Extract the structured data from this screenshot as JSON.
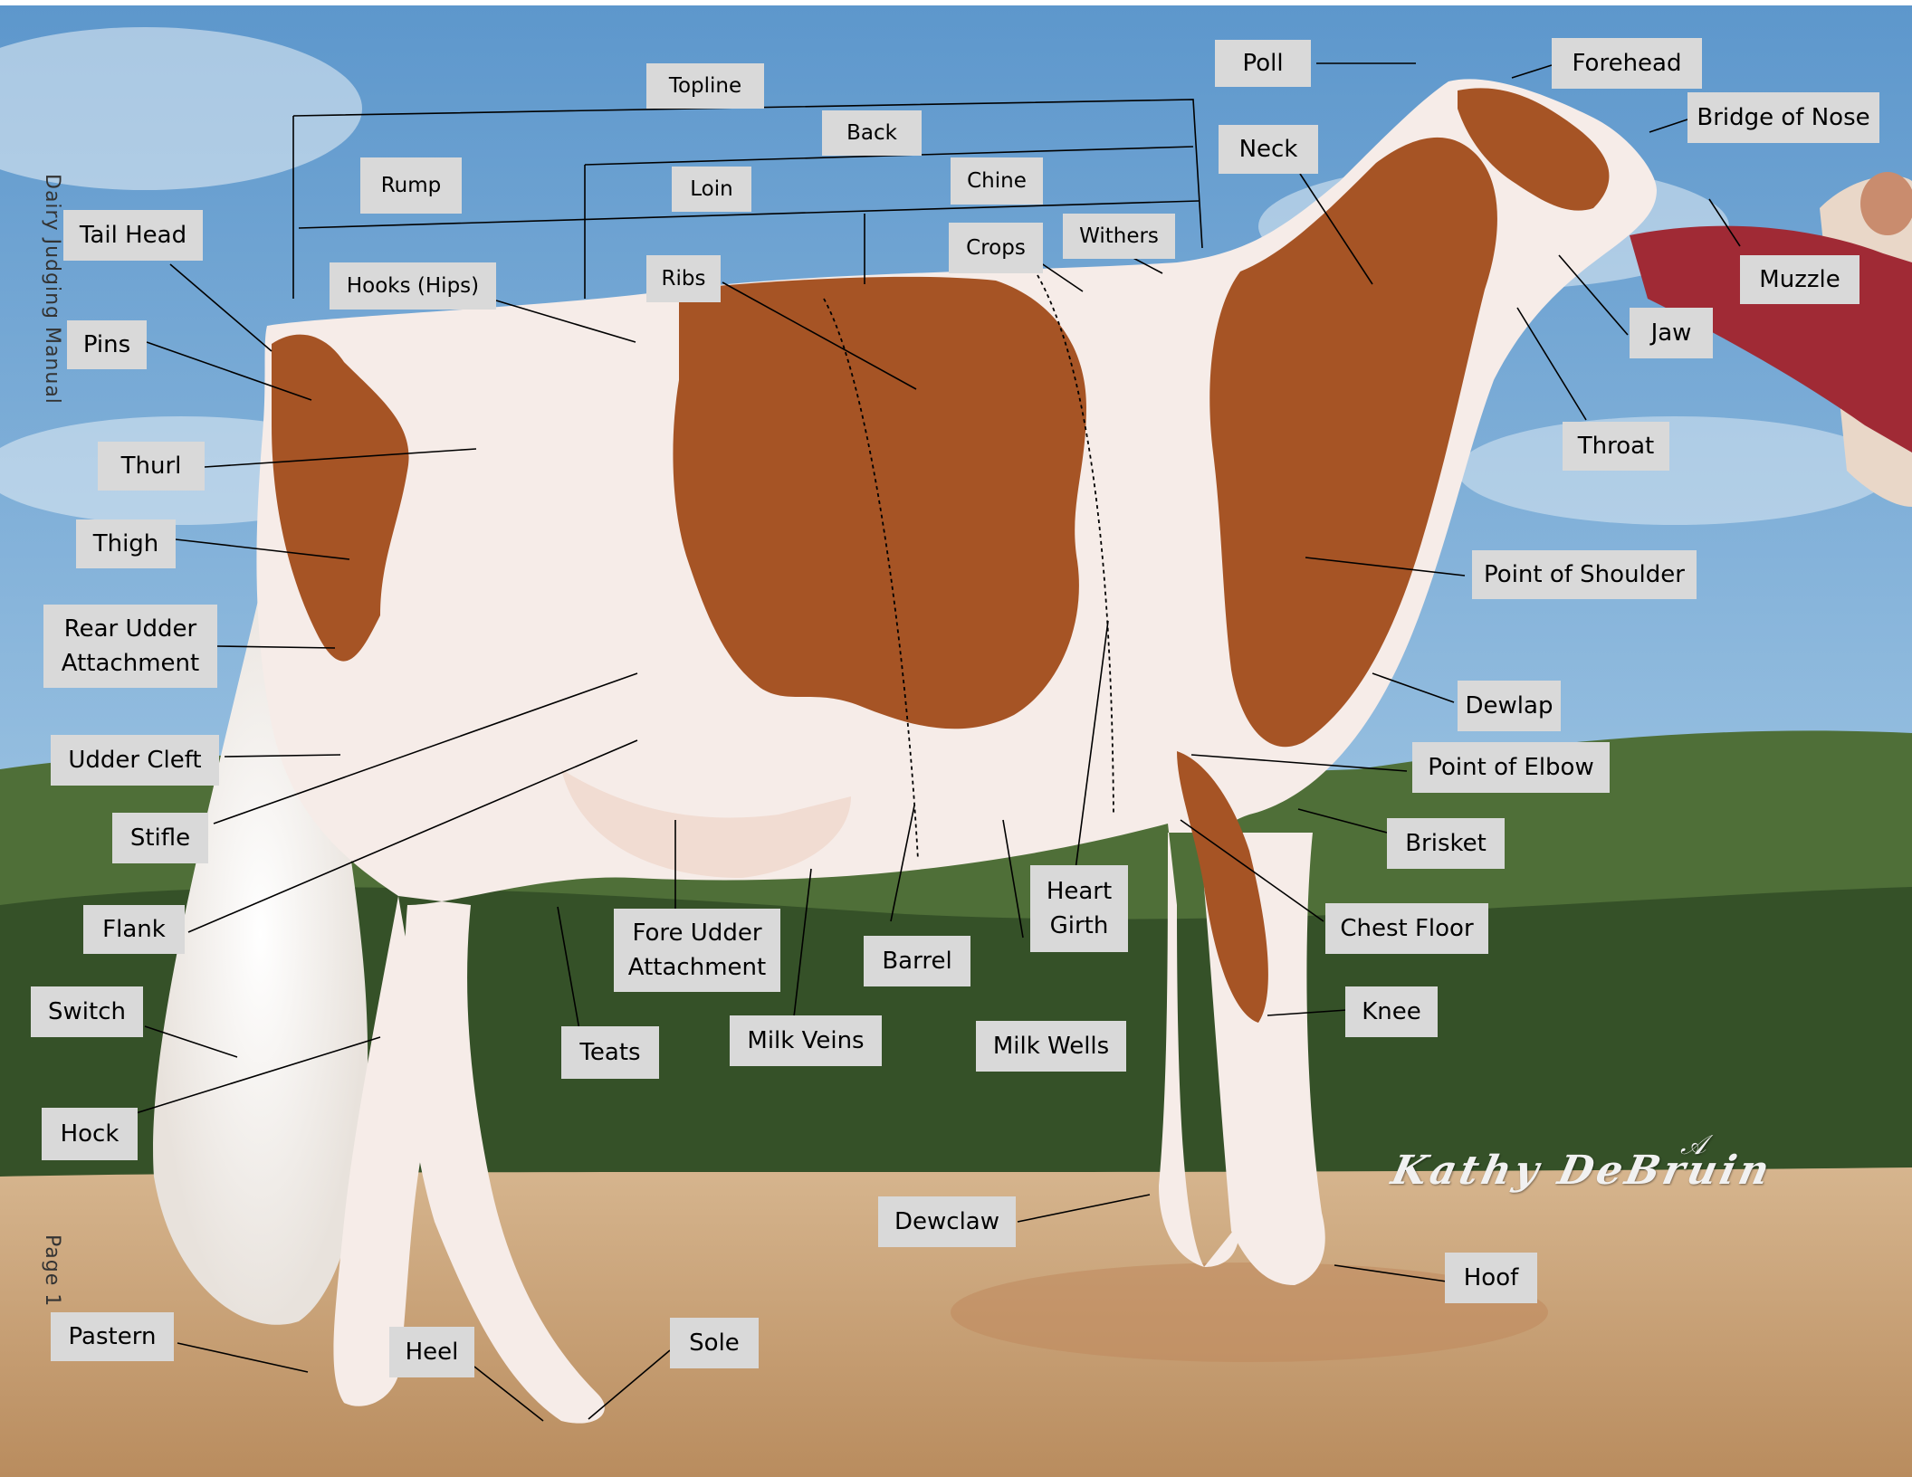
{
  "document": {
    "side_title": "Dairy Judging Manual",
    "page_label": "Page 1",
    "photo_credit": "Kathy DeBruin"
  },
  "labels": {
    "topline": "Topline",
    "back": "Back",
    "rump": "Rump",
    "loin": "Loin",
    "chine": "Chine",
    "tail_head": "Tail Head",
    "hooks": "Hooks (Hips)",
    "ribs": "Ribs",
    "crops": "Crops",
    "withers": "Withers",
    "poll": "Poll",
    "forehead": "Forehead",
    "bridge_of_nose": "Bridge of Nose",
    "neck": "Neck",
    "muzzle": "Muzzle",
    "jaw": "Jaw",
    "pins": "Pins",
    "thurl": "Thurl",
    "throat": "Throat",
    "thigh": "Thigh",
    "point_of_shoulder": "Point of Shoulder",
    "rear_udder_line1": "Rear Udder",
    "rear_udder_line2": "Attachment",
    "dewlap": "Dewlap",
    "udder_cleft": "Udder Cleft",
    "point_of_elbow": "Point of Elbow",
    "stifle": "Stifle",
    "brisket": "Brisket",
    "heart_girth_line1": "Heart",
    "heart_girth_line2": "Girth",
    "flank": "Flank",
    "fore_udder_line1": "Fore Udder",
    "fore_udder_line2": "Attachment",
    "barrel": "Barrel",
    "chest_floor": "Chest Floor",
    "switch": "Switch",
    "knee": "Knee",
    "teats": "Teats",
    "milk_veins": "Milk Veins",
    "milk_wells": "Milk Wells",
    "hock": "Hock",
    "dewclaw": "Dewclaw",
    "hoof": "Hoof",
    "pastern": "Pastern",
    "heel": "Heel",
    "sole": "Sole"
  },
  "colors": {
    "label_bg": "#d9d9d9",
    "sky": "#7fb0d8",
    "cow_red": "#a65425",
    "cow_white": "#f6ece8",
    "ground": "#c99e72",
    "trees": "#3f5d2c"
  }
}
